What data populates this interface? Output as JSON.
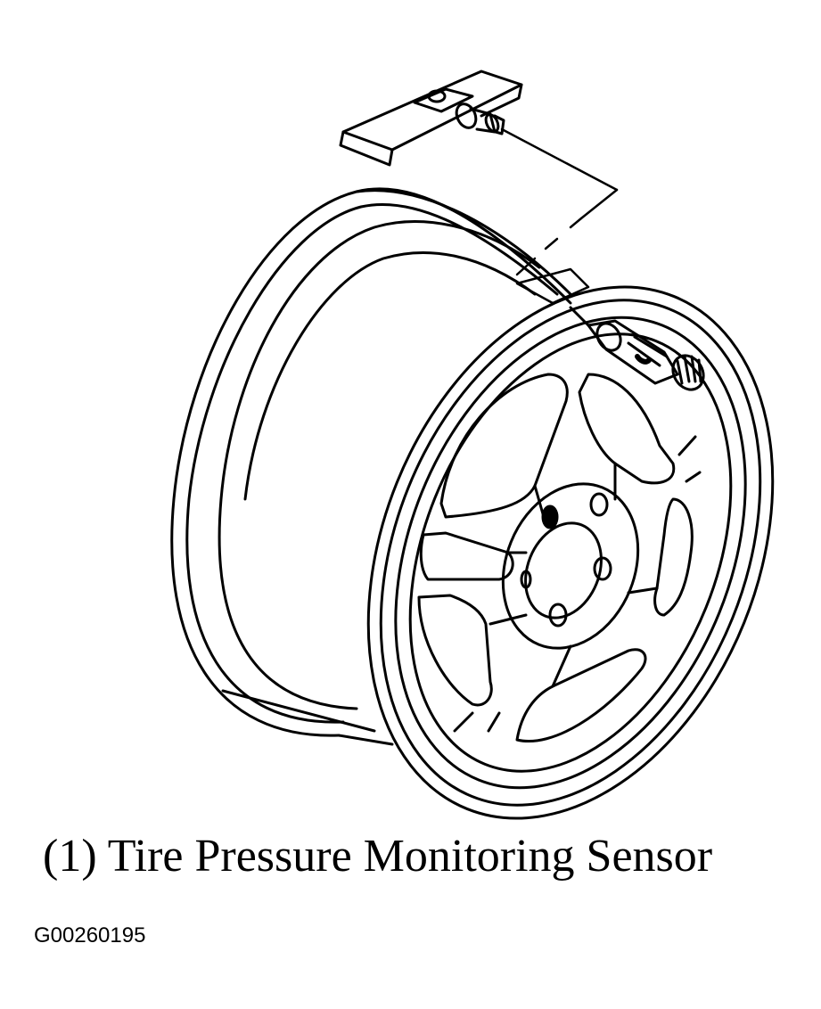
{
  "caption": "(1) Tire Pressure Monitoring Sensor",
  "figure_id": "G00260195",
  "colors": {
    "line": "#000000",
    "background": "#ffffff"
  },
  "icons": {
    "wheel": "wheel-rim-illustration",
    "sensor": "tire-pressure-sensor-illustration",
    "valve": "valve-stem-illustration"
  }
}
